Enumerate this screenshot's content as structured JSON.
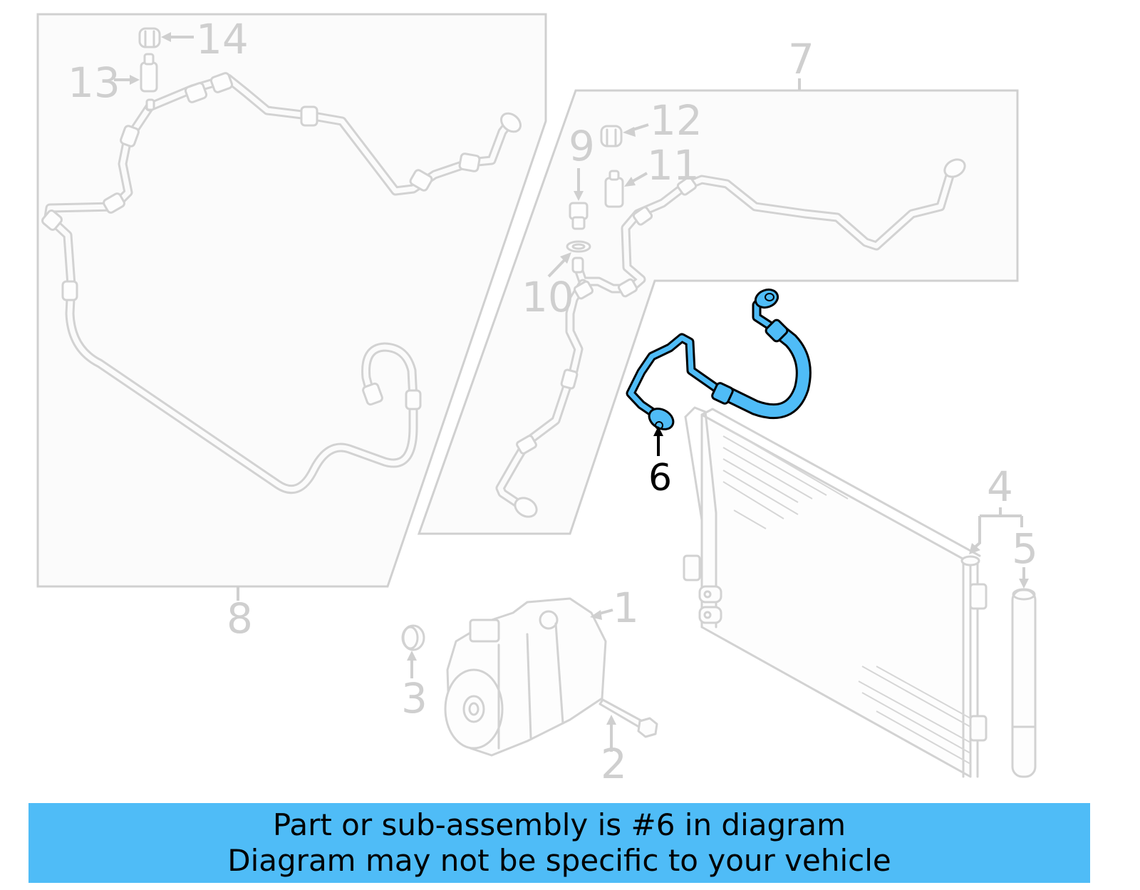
{
  "diagram": {
    "title": "A/C refrigerant line exploded parts diagram",
    "highlighted_part": "6",
    "colors": {
      "highlight": "#4fbcf7",
      "ghost": "#d0d0d0",
      "panel_fill": "#fbfbfb",
      "banner": "#4fbcf7",
      "text_dark": "#000000"
    },
    "callouts": [
      {
        "id": "1",
        "label": "1",
        "part": "compressor"
      },
      {
        "id": "2",
        "label": "2",
        "part": "bolt"
      },
      {
        "id": "3",
        "label": "3",
        "part": "plug"
      },
      {
        "id": "4",
        "label": "4",
        "part": "condenser"
      },
      {
        "id": "5",
        "label": "5",
        "part": "receiver-drier"
      },
      {
        "id": "6",
        "label": "6",
        "part": "refrigerant-hose",
        "highlighted": true
      },
      {
        "id": "7",
        "label": "7",
        "part": "line-assembly"
      },
      {
        "id": "8",
        "label": "8",
        "part": "line-assembly"
      },
      {
        "id": "9",
        "label": "9",
        "part": "pressure-switch"
      },
      {
        "id": "10",
        "label": "10",
        "part": "o-ring"
      },
      {
        "id": "11",
        "label": "11",
        "part": "service-valve"
      },
      {
        "id": "12",
        "label": "12",
        "part": "valve-cap"
      },
      {
        "id": "13",
        "label": "13",
        "part": "service-valve"
      },
      {
        "id": "14",
        "label": "14",
        "part": "valve-cap"
      }
    ]
  },
  "banner": {
    "line1": "Part or sub-assembly is #6 in diagram",
    "line2": "Diagram may not be specific to your vehicle"
  }
}
